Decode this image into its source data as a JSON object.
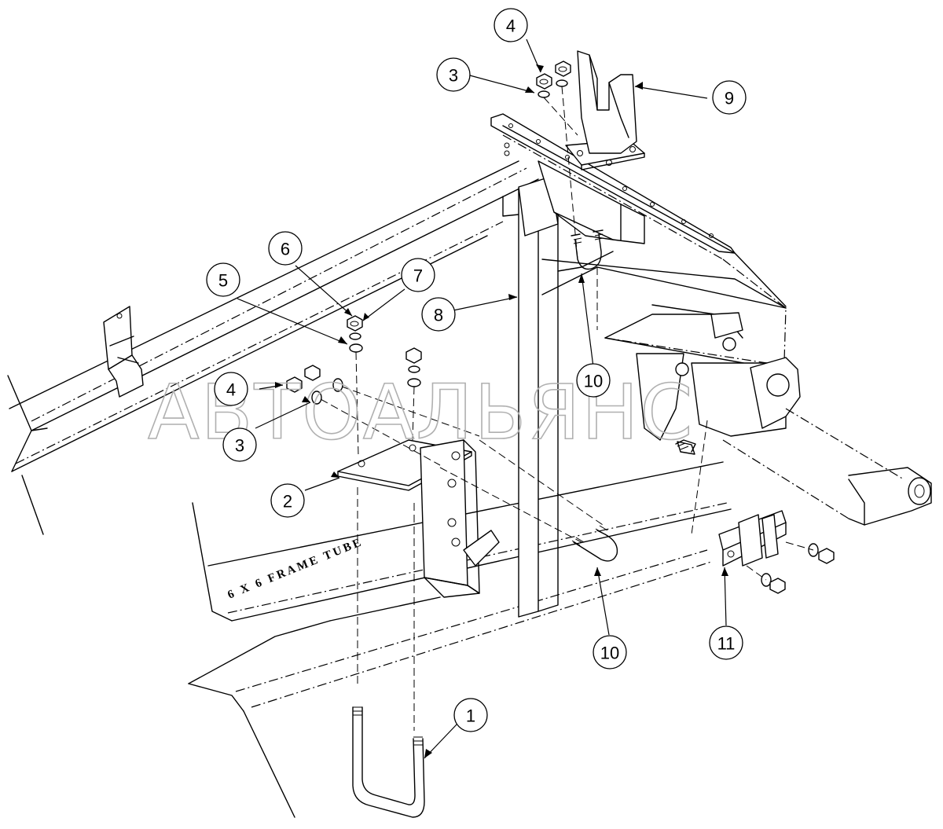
{
  "callouts": [
    {
      "id": "c1",
      "label": "1"
    },
    {
      "id": "c2",
      "label": "2"
    },
    {
      "id": "c3a",
      "label": "3"
    },
    {
      "id": "c3b",
      "label": "3"
    },
    {
      "id": "c4a",
      "label": "4"
    },
    {
      "id": "c4b",
      "label": "4"
    },
    {
      "id": "c5",
      "label": "5"
    },
    {
      "id": "c6",
      "label": "6"
    },
    {
      "id": "c7",
      "label": "7"
    },
    {
      "id": "c8",
      "label": "8"
    },
    {
      "id": "c9",
      "label": "9"
    },
    {
      "id": "c10a",
      "label": "10"
    },
    {
      "id": "c10b",
      "label": "10"
    },
    {
      "id": "c11",
      "label": "11"
    }
  ],
  "frame_tube_label": "6 X 6 FRAME TUBE",
  "watermark": "АВТОАЛЬЯНС",
  "colors": {
    "line": "#000000",
    "watermark": "#b0b0b0",
    "background": "#ffffff"
  }
}
